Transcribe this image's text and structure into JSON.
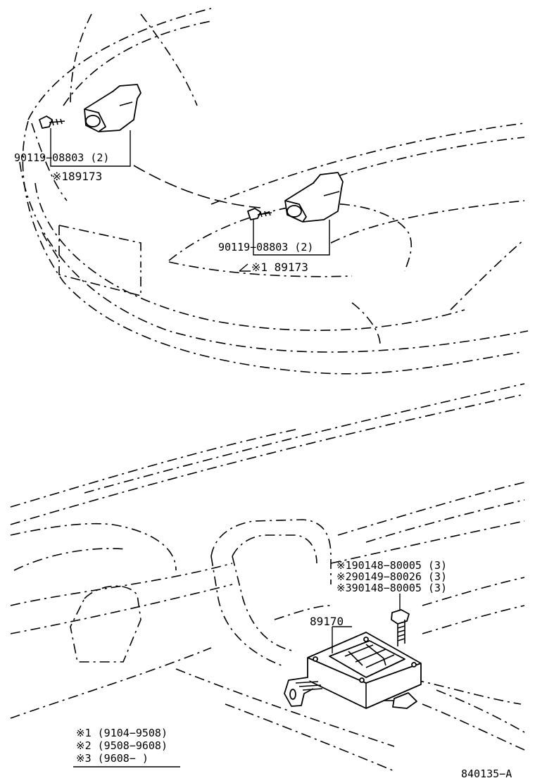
{
  "upper": {
    "left_bolt_label": "90119−08803 (2)",
    "left_part_label": "※189173",
    "right_bolt_label": "90119−08803 (2)",
    "right_part_label": "※1  89173"
  },
  "lower": {
    "screw_labels": [
      "※190148−80005 (3)",
      "※290149−80026 (3)",
      "※390148−80005 (3)"
    ],
    "unit_label": "89170"
  },
  "legend": {
    "rows": [
      "※1 (9104−9508)",
      "※2 (9508−9608)",
      "※3 (9608−      )"
    ]
  },
  "diagram_id": "840135−A"
}
